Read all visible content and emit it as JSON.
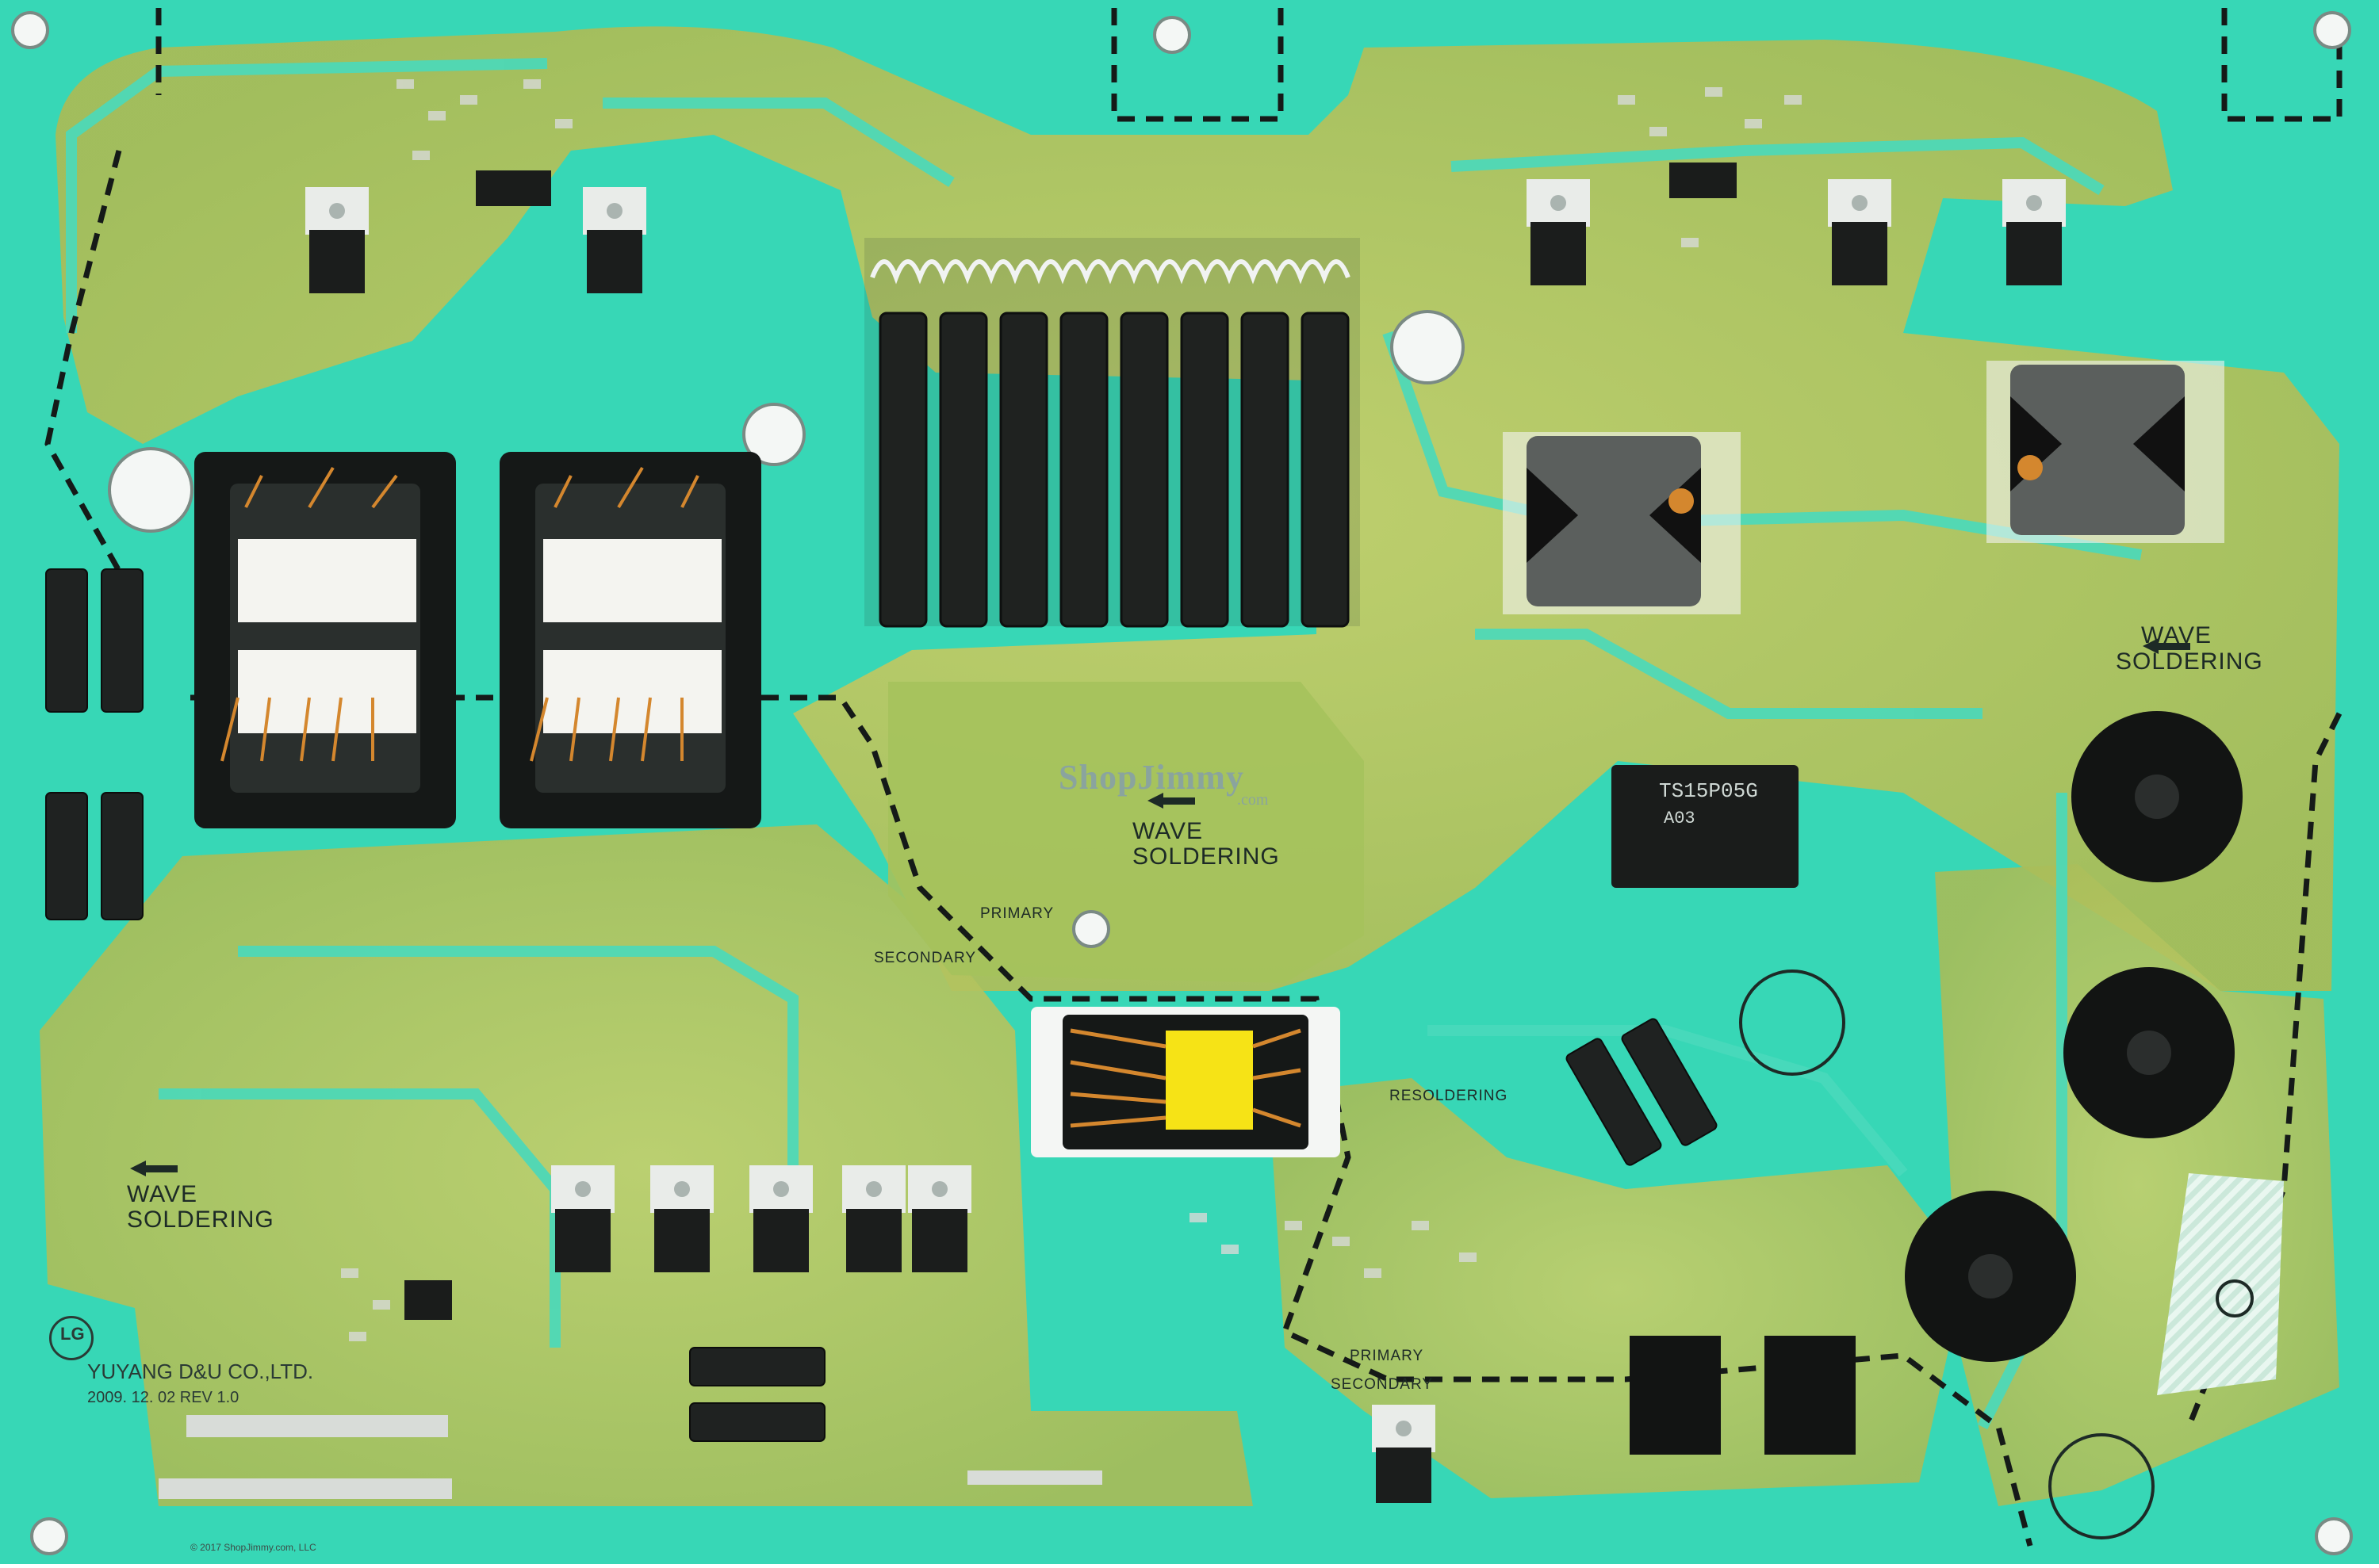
{
  "photo": {
    "watermark": "ShopJimmy",
    "watermark_sub": ".com",
    "manufacturer": "YUYANG D&U CO.,LTD.",
    "revision": "2009. 12. 02 REV 1.0",
    "logo": "LG",
    "bridge_rectifier_marking": "TS15P05G",
    "bridge_rectifier_marking2": "A03",
    "copyright": "© 2017 ShopJimmy.com, LLC",
    "labels": {
      "wave_top_right_1": "WAVE",
      "wave_top_right_2": "SOLDERING",
      "wave_center_1": "WAVE",
      "wave_center_2": "SOLDERING",
      "wave_left_1": "WAVE",
      "wave_left_2": "SOLDERING",
      "primary_1": "PRIMARY",
      "secondary_1": "SECONDARY",
      "resoldering": "RESOLDERING",
      "primary_2": "PRIMARY",
      "secondary_2": "SECONDARY"
    },
    "colors": {
      "board_teal": "#34d8b6",
      "copper_green": "#b9c85f",
      "silkscreen": "#1d2a26",
      "heatsink": "#2a2a2a"
    }
  }
}
